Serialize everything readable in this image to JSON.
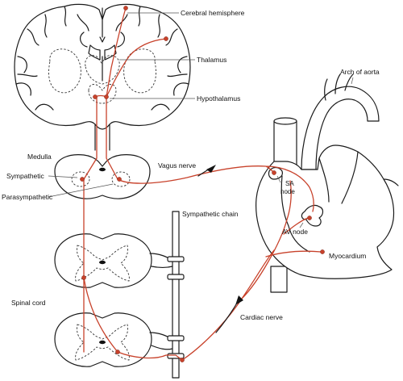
{
  "labels": {
    "cerebral_hemisphere": "Cerebral hemisphere",
    "thalamus": "Thalamus",
    "hypothalamus": "Hypothalamus",
    "arch_of_aorta": "Arch of aorta",
    "medulla": "Medulla",
    "vagus_nerve": "Vagus nerve",
    "sympathetic": "Sympathetic",
    "parasympathetic": "Parasympathetic",
    "sa_node_line1": "SA",
    "sa_node_line2": "node",
    "sympathetic_chain": "Sympathetic chain",
    "av_node": "AV node",
    "myocardium": "Myocardium",
    "spinal_cord": "Spinal cord",
    "cardiac_nerve": "Cardiac nerve"
  },
  "colors": {
    "nerve": "#c8422b",
    "outline": "#1a1a1a"
  }
}
